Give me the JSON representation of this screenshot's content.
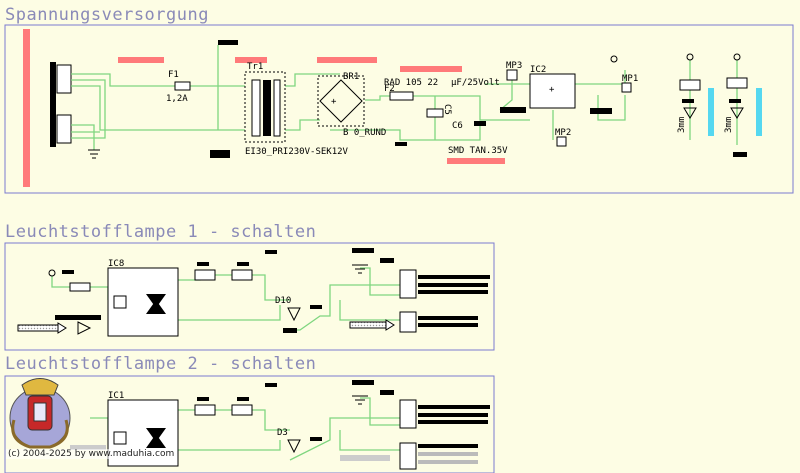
{
  "sections": {
    "power": {
      "title": "Spannungsversorgung"
    },
    "lamp1": {
      "title": "Leuchtstofflampe 1 - schalten"
    },
    "lamp2": {
      "title": "Leuchtstofflampe 2 - schalten"
    }
  },
  "power_labels": {
    "f1": "F1",
    "f1_value": "1,2A",
    "tr1": "Tr1",
    "tr1_type": "EI30_PRI230V-SEK12V",
    "br1": "BR1",
    "br1_type": "B 0_RUND",
    "f2": "F2",
    "rad": "RAD 105 22",
    "c5": "C5",
    "c5_value": "μF/25Volt",
    "c6": "C6",
    "c6_type": "SMD TAN.35V",
    "mp3": "MP3",
    "ic2": "IC2",
    "mp1": "MP1",
    "mp2": "MP2",
    "led_size_1": "3mm",
    "led_size_2": "3mm"
  },
  "lamp1_labels": {
    "ic": "IC8",
    "diode": "D10"
  },
  "lamp2_labels": {
    "ic": "IC1",
    "diode": "D3"
  },
  "copyright": "(c) 2004-2025 by www.maduhia.com",
  "colors": {
    "wire": "#7fd67f",
    "frame": "#7a7ad0",
    "silk": "#ff7a7a",
    "cyan": "#55d8f0"
  }
}
